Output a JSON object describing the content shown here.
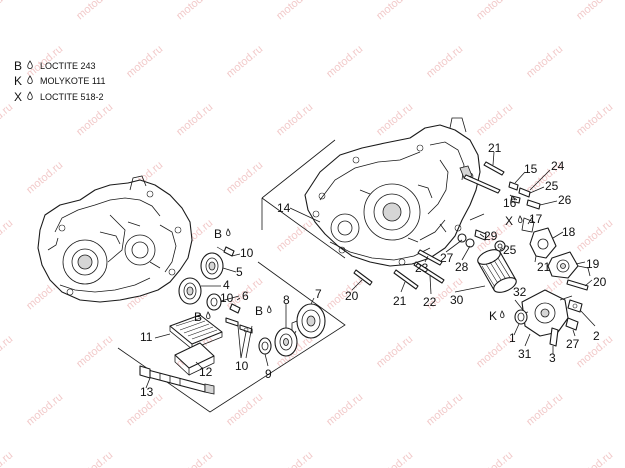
{
  "watermark": "motod.ru",
  "legend": [
    {
      "letter": "B",
      "label": "LOCTITE 243"
    },
    {
      "letter": "K",
      "label": "MOLYKOTE 111"
    },
    {
      "letter": "X",
      "label": "LOCTITE 518-2"
    }
  ],
  "callouts": {
    "n1": "1",
    "n2": "2",
    "n3": "3",
    "n4": "4",
    "n5": "5",
    "n6": "6",
    "n7": "7",
    "n8": "8",
    "n9": "9",
    "n10a": "10",
    "n10b": "10",
    "n10c": "10",
    "n11": "11",
    "n12": "12",
    "n13": "13",
    "n14": "14",
    "n15": "15",
    "n16": "16",
    "n17": "17",
    "n18": "18",
    "n19": "19",
    "n20a": "20",
    "n20b": "20",
    "n21a": "21",
    "n21b": "21",
    "n21c": "21",
    "n22": "22",
    "n23": "23",
    "n24": "24",
    "n25a": "25",
    "n25b": "25",
    "n26": "26",
    "n27a": "27",
    "n27b": "27",
    "n28": "28",
    "n29": "29",
    "n30": "30",
    "n31": "31",
    "n32": "32"
  },
  "codes": {
    "b_upper": "B",
    "b_mid_left": "B",
    "b_mid_right": "B",
    "x_mark": "X",
    "k_mark": "K"
  }
}
